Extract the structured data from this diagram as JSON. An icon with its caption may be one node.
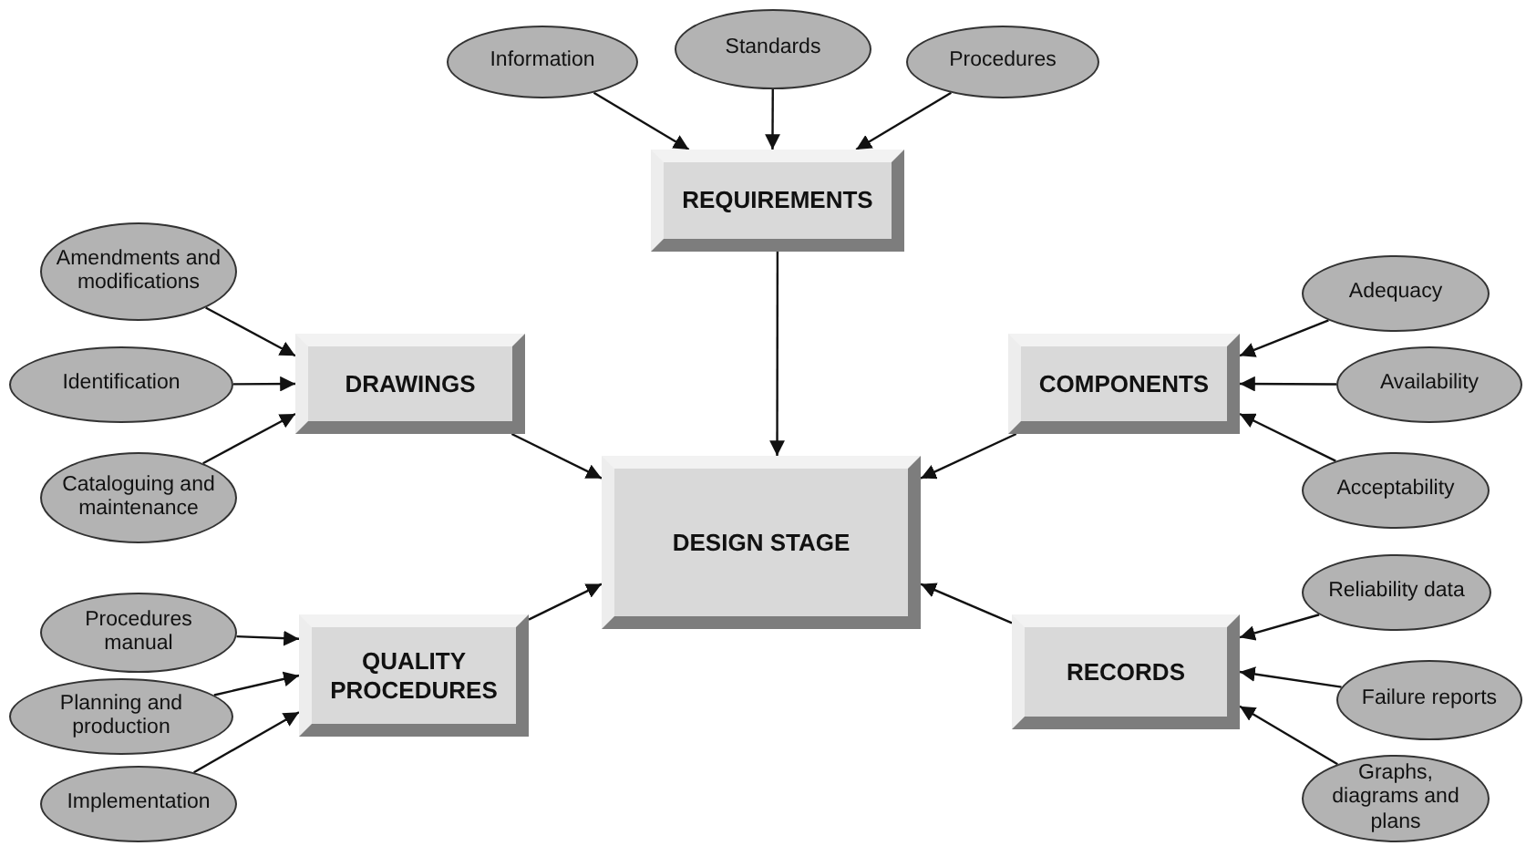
{
  "diagram": {
    "nodes": [
      {
        "text": [
          "Information"
        ]
      },
      {
        "text": [
          "Standards"
        ]
      },
      {
        "text": [
          "Procedures"
        ]
      },
      {
        "text": [
          "REQUIREMENTS"
        ]
      },
      {
        "text": [
          "Amendments and modifications"
        ]
      },
      {
        "text": [
          "Identification"
        ]
      },
      {
        "text": [
          "Cataloguing and maintenance"
        ]
      },
      {
        "text": [
          "DRAWINGS"
        ]
      },
      {
        "text": [
          "Adequacy"
        ]
      },
      {
        "text": [
          "Availability"
        ]
      },
      {
        "text": [
          "Acceptability"
        ]
      },
      {
        "text": [
          "COMPONENTS"
        ]
      },
      {
        "text": [
          "DESIGN STAGE"
        ]
      },
      {
        "text": [
          "Procedures manual"
        ]
      },
      {
        "text": [
          "Planning and production"
        ]
      },
      {
        "text": [
          "Implementation"
        ]
      },
      {
        "text": [
          "QUALITY PROCEDURES"
        ]
      },
      {
        "text": [
          "Reliability data"
        ]
      },
      {
        "text": [
          "Failure reports"
        ]
      },
      {
        "text": [
          "Graphs, diagrams and plans"
        ]
      },
      {
        "text": [
          "RECORDS"
        ]
      }
    ],
    "edges": [
      {
        "from": 0,
        "to": 3,
        "arrow": "to"
      },
      {
        "from": 1,
        "to": 3,
        "arrow": "to"
      },
      {
        "from": 2,
        "to": 3,
        "arrow": "to"
      },
      {
        "from": 3,
        "to": 12,
        "arrow": "to"
      },
      {
        "from": 4,
        "to": 7,
        "arrow": "to"
      },
      {
        "from": 5,
        "to": 7,
        "arrow": "to"
      },
      {
        "from": 6,
        "to": 7,
        "arrow": "to"
      },
      {
        "from": 7,
        "to": 12,
        "arrow": "to"
      },
      {
        "from": 8,
        "to": 11,
        "arrow": "to"
      },
      {
        "from": 9,
        "to": 11,
        "arrow": "to"
      },
      {
        "from": 10,
        "to": 11,
        "arrow": "to"
      },
      {
        "from": 11,
        "to": 12,
        "arrow": "to"
      },
      {
        "from": 13,
        "to": 16,
        "arrow": "to"
      },
      {
        "from": 14,
        "to": 16,
        "arrow": "to"
      },
      {
        "from": 15,
        "to": 16,
        "arrow": "to"
      },
      {
        "from": 16,
        "to": 12,
        "arrow": "to"
      },
      {
        "from": 17,
        "to": 20,
        "arrow": "to"
      },
      {
        "from": 18,
        "to": 20,
        "arrow": "to"
      },
      {
        "from": 19,
        "to": 20,
        "arrow": "to"
      },
      {
        "from": 20,
        "to": 12,
        "arrow": "to"
      }
    ]
  }
}
